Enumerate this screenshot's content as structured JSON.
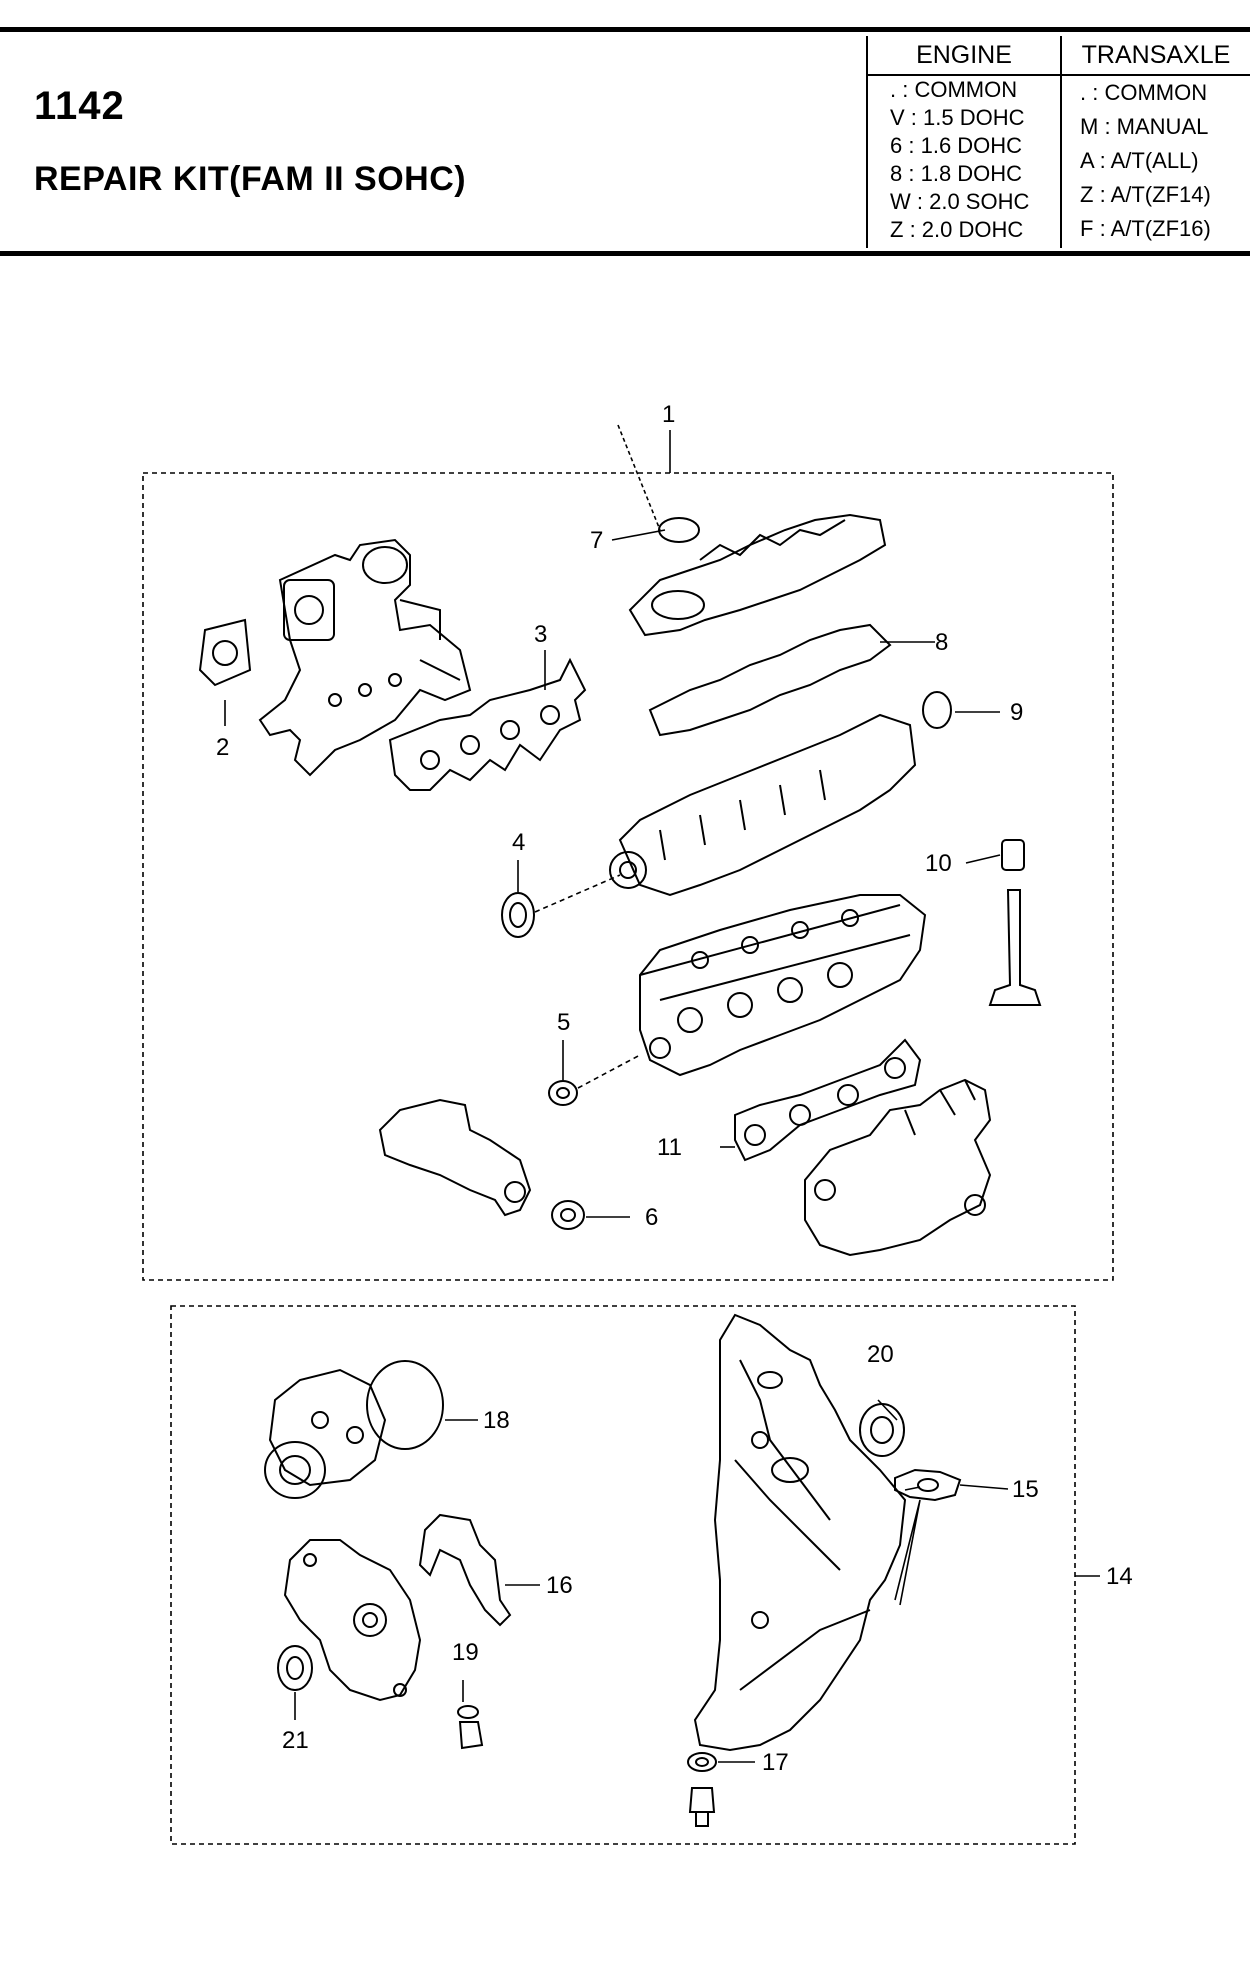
{
  "header": {
    "part_number": "1142",
    "title": "REPAIR KIT(FAM II SOHC)"
  },
  "legend": {
    "engine": {
      "heading": "ENGINE",
      "rows": [
        {
          "code": ".",
          "label": "COMMON"
        },
        {
          "code": "V",
          "label": "1.5 DOHC"
        },
        {
          "code": "6",
          "label": "1.6 DOHC"
        },
        {
          "code": "8",
          "label": "1.8 DOHC"
        },
        {
          "code": "W",
          "label": "2.0 SOHC"
        },
        {
          "code": "Z",
          "label": "2.0 DOHC"
        }
      ]
    },
    "transaxle": {
      "heading": "TRANSAXLE",
      "rows": [
        {
          "code": ".",
          "label": "COMMON"
        },
        {
          "code": "M",
          "label": "MANUAL"
        },
        {
          "code": "A",
          "label": "A/T(ALL)"
        },
        {
          "code": "Z",
          "label": "A/T(ZF14)"
        },
        {
          "code": "F",
          "label": "A/T(ZF16)"
        }
      ]
    }
  },
  "callouts": {
    "c1": "1",
    "c2": "2",
    "c3": "3",
    "c4": "4",
    "c5": "5",
    "c6": "6",
    "c7": "7",
    "c8": "8",
    "c9": "9",
    "c10": "10",
    "c11": "11",
    "c14": "14",
    "c15": "15",
    "c16": "16",
    "c17": "17",
    "c18": "18",
    "c19": "19",
    "c20": "20",
    "c21": "21"
  }
}
